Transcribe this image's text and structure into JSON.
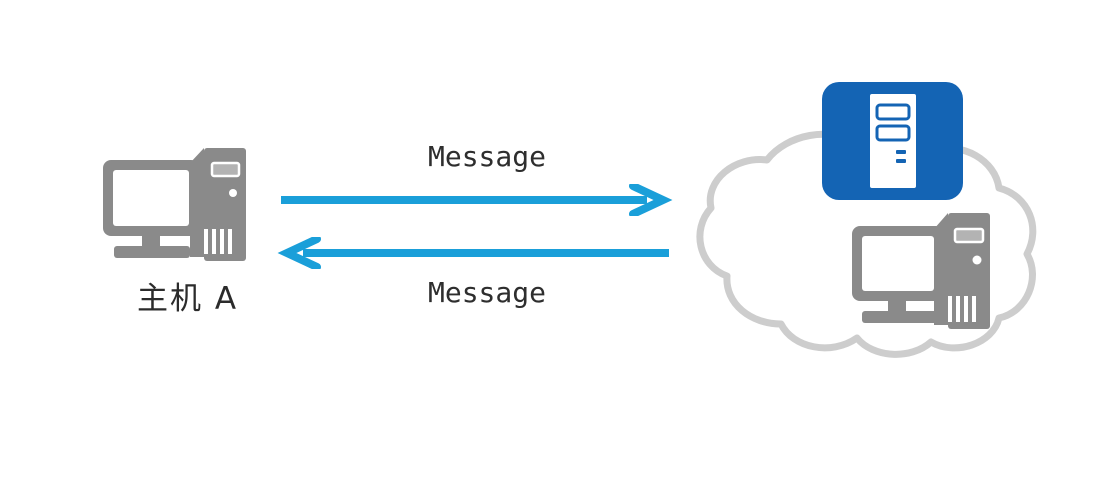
{
  "diagram": {
    "type": "network-communication-diagram",
    "background_color": "#ffffff",
    "nodes": [
      {
        "id": "host-a",
        "label": "主机 A",
        "icon": "desktop-computer-icon",
        "icon_color": "#8a8a8a",
        "label_color": "#2b2b2b"
      },
      {
        "id": "network-cloud",
        "label": "",
        "icon": "cloud-icon",
        "outline_color": "#cdcdcd",
        "fill_color": "#ffffff",
        "contains": [
          "server-badge",
          "cloud-computer"
        ]
      },
      {
        "id": "server-badge",
        "label": "",
        "icon": "server-icon",
        "badge_color": "#1464b4",
        "tower_color": "#ffffff"
      },
      {
        "id": "cloud-computer",
        "label": "",
        "icon": "desktop-computer-icon",
        "icon_color": "#8a8a8a"
      }
    ],
    "arrows": [
      {
        "id": "arrow-forward",
        "label": "Message",
        "direction": "right",
        "from": "host-a",
        "to": "network-cloud",
        "color": "#1a9fd9",
        "label_position": "above"
      },
      {
        "id": "arrow-reverse",
        "label": "Message",
        "direction": "left",
        "from": "network-cloud",
        "to": "host-a",
        "color": "#1a9fd9",
        "label_position": "below"
      }
    ],
    "colors": {
      "arrow_blue": "#1a9fd9",
      "badge_blue": "#1464b4",
      "icon_gray": "#8a8a8a",
      "cloud_gray": "#cdcdcd",
      "text_dark": "#2b2b2b"
    }
  }
}
